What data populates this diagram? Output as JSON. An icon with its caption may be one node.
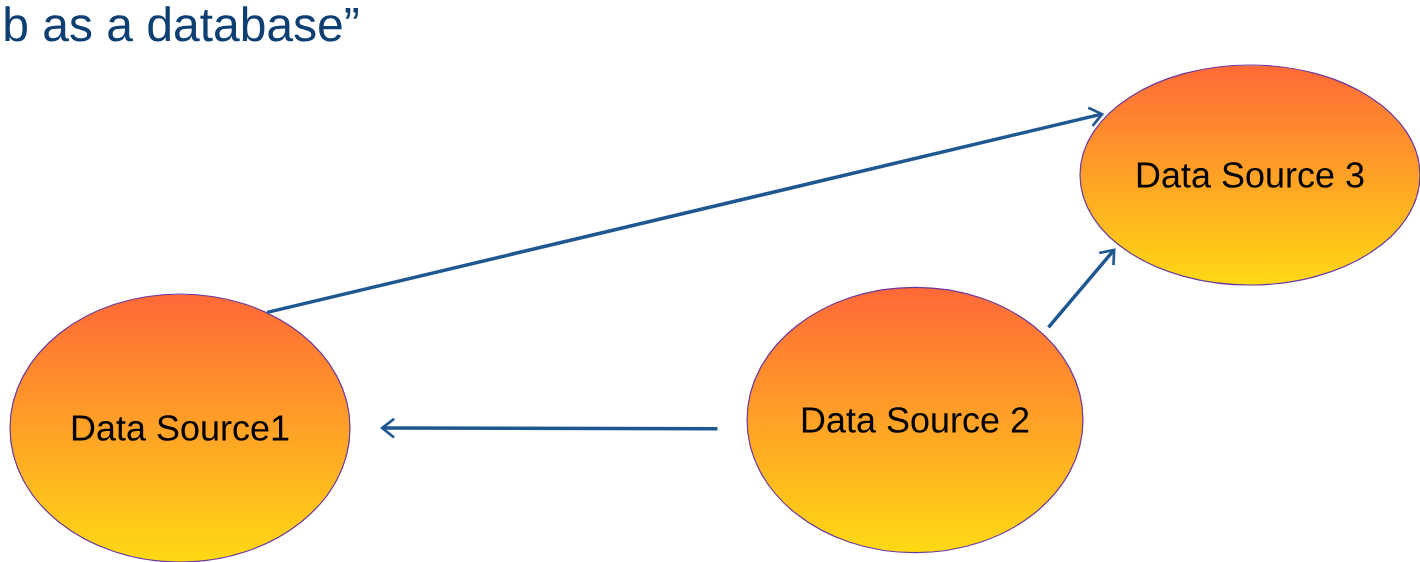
{
  "diagram": {
    "title": "b as a database”",
    "nodes": [
      {
        "text": [
          "Data Source1"
        ]
      },
      {
        "text": [
          "Data Source 2"
        ]
      },
      {
        "text": [
          "Data Source 3"
        ]
      }
    ],
    "edges": [
      {
        "from": 0,
        "to": 2,
        "arrow": "to"
      },
      {
        "from": 1,
        "to": 2,
        "arrow": "to"
      },
      {
        "from": 1,
        "to": 0,
        "arrow": "to"
      }
    ]
  }
}
